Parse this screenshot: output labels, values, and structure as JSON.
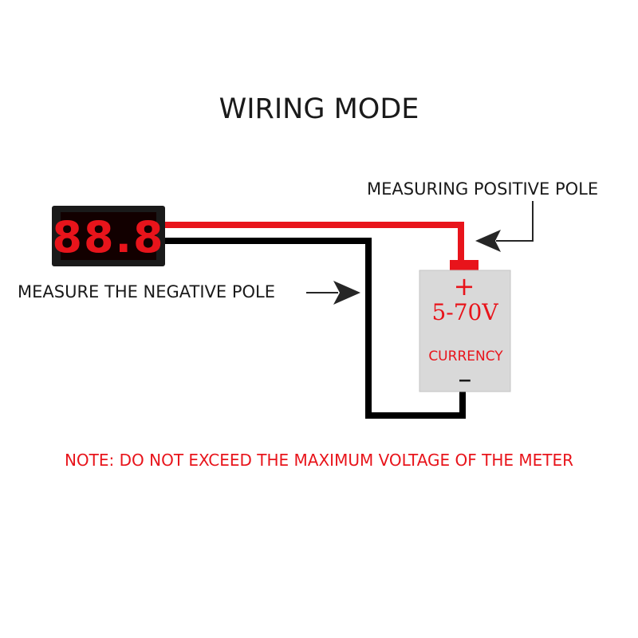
{
  "title": "WIRING MODE",
  "meter": {
    "display": "88.8"
  },
  "labels": {
    "positive": "MEASURING POSITIVE POLE",
    "negative": "MEASURE THE NEGATIVE POLE"
  },
  "source": {
    "plus": "+",
    "voltage": "5-70V",
    "name": "CURRENCY",
    "minus": "−"
  },
  "note": "NOTE: DO NOT EXCEED THE MAXIMUM VOLTAGE OF THE METER",
  "colors": {
    "wire_positive": "#e8141b",
    "wire_negative": "#000000",
    "segment": "#e8141b",
    "meter_body": "#1a1a1a",
    "source_body": "#d9d9d9",
    "source_text": "#e8141b",
    "note_text": "#e8141b",
    "text": "#1a1a1a",
    "arrow": "#262626"
  }
}
